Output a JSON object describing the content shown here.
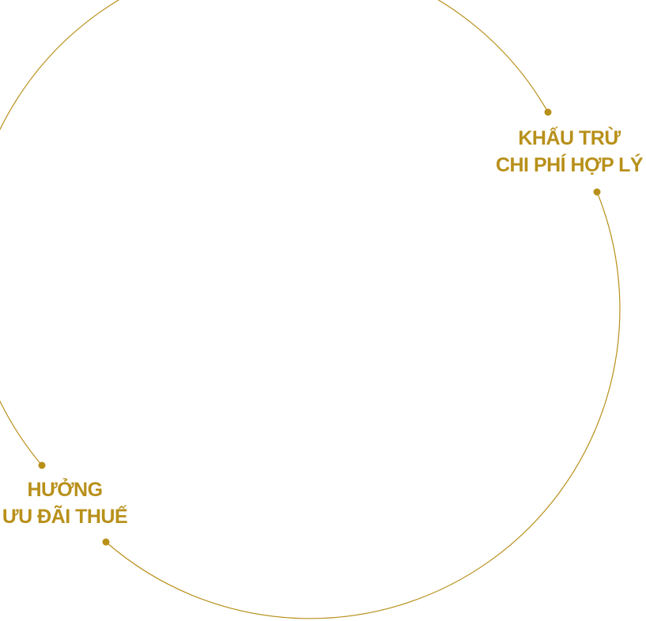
{
  "colors": {
    "accent": "#B8901A",
    "background": "#FFFFFF"
  },
  "labels": {
    "deduction": {
      "line1": "KHẤU TRỪ",
      "line2": "CHI PHÍ HỢP LÝ"
    },
    "incentive": {
      "line1": "HƯỞNG",
      "line2": "ƯU ĐÃI THUẾ"
    }
  }
}
